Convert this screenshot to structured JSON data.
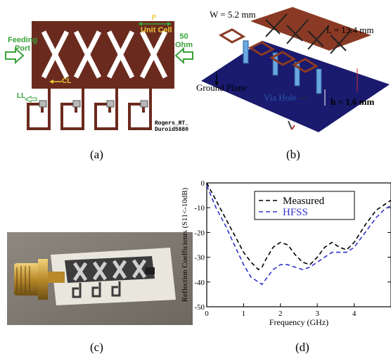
{
  "panels": {
    "a": {
      "caption": "(a)",
      "labels": {
        "feeding_port": [
          "Feeding",
          "Port"
        ],
        "unit_cell": "Unit Cell",
        "period": "P",
        "ohm": [
          "50",
          "Ohm"
        ],
        "cl": "CL",
        "ll": "LL",
        "substrate": [
          "Rogers_RT_",
          "Duroid5880"
        ]
      }
    },
    "b": {
      "caption": "(b)",
      "labels": {
        "width": "W = 5.2 mm",
        "length": "L = 13.4 mm",
        "ground": "Ground Plane",
        "via": "Via Hole",
        "height": "h = 1.6 mm"
      }
    },
    "c": {
      "caption": "(c)"
    },
    "d": {
      "caption": "(d)"
    }
  },
  "chart_data": {
    "type": "line",
    "xlabel": "Frequency (GHz)",
    "ylabel": "Reflection Coefficients (S11<-10dB)",
    "xlim": [
      0,
      5
    ],
    "ylim": [
      -50,
      0
    ],
    "x_ticks": [
      "0",
      "1",
      "2",
      "3",
      "4"
    ],
    "y_ticks": [
      "0",
      "-10",
      "-20",
      "-30",
      "-40",
      "-50"
    ],
    "legend_position": "top-center",
    "series": [
      {
        "name": "Measured",
        "color": "#000000",
        "dash": "dashed",
        "x": [
          0,
          0.25,
          0.5,
          0.75,
          1.0,
          1.2,
          1.4,
          1.5,
          1.6,
          1.8,
          2.0,
          2.2,
          2.4,
          2.6,
          2.8,
          3.0,
          3.2,
          3.4,
          3.6,
          3.8,
          4.0,
          4.3,
          4.6,
          4.8,
          5.0
        ],
        "values": [
          0,
          -7,
          -14,
          -21,
          -28,
          -32,
          -35,
          -34,
          -31,
          -26,
          -24,
          -25,
          -29,
          -32,
          -33,
          -30,
          -26,
          -24,
          -26,
          -27,
          -24,
          -17,
          -11,
          -9,
          -7
        ]
      },
      {
        "name": "HFSS",
        "color": "#3333cc",
        "dash": "dashed",
        "x": [
          0,
          0.25,
          0.5,
          0.75,
          1.0,
          1.2,
          1.4,
          1.5,
          1.6,
          1.8,
          2.0,
          2.2,
          2.4,
          2.6,
          2.8,
          3.0,
          3.2,
          3.4,
          3.6,
          3.8,
          4.0,
          4.3,
          4.6,
          4.8,
          5.0
        ],
        "values": [
          -1,
          -10,
          -17,
          -25,
          -33,
          -38,
          -40,
          -41,
          -39,
          -35,
          -33,
          -33,
          -34,
          -35,
          -34,
          -32,
          -30,
          -28,
          -28,
          -28,
          -26,
          -20,
          -14,
          -11,
          -9
        ]
      }
    ]
  }
}
